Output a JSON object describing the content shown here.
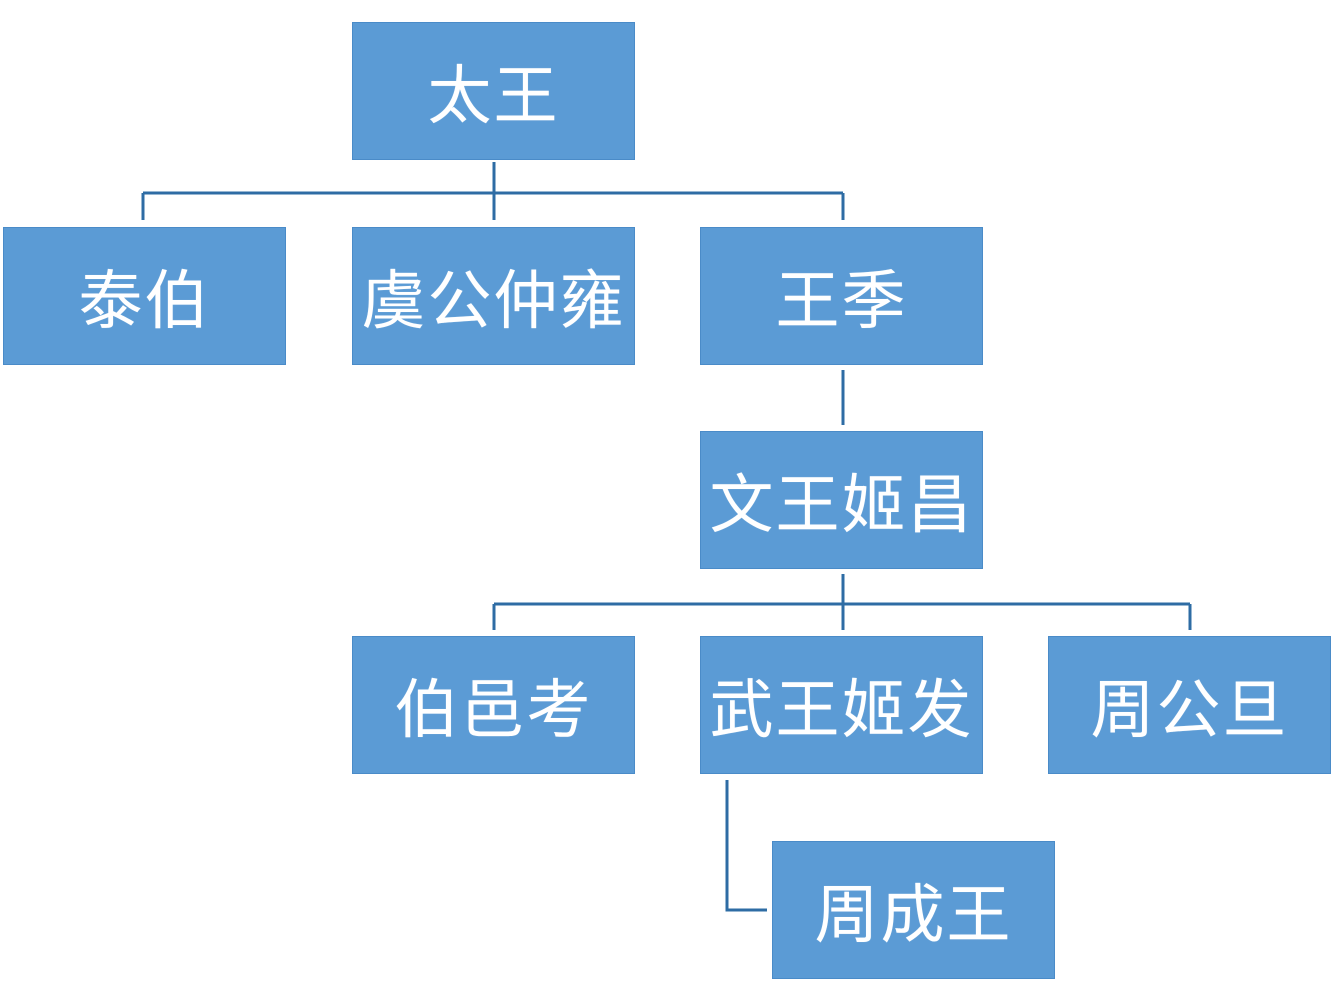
{
  "diagram": {
    "colors": {
      "box_fill": "#5B9BD5",
      "line": "#2E6CA4",
      "text": "#FFFFFF"
    },
    "nodes": {
      "taiwang": "太王",
      "taibo": "泰伯",
      "yugong": "虞公仲雍",
      "wangji": "王季",
      "wenwang": "文王姬昌",
      "boyikao": "伯邑考",
      "wuwang": "武王姬发",
      "zhougongdan": "周公旦",
      "zhouchengwang": "周成王"
    }
  }
}
